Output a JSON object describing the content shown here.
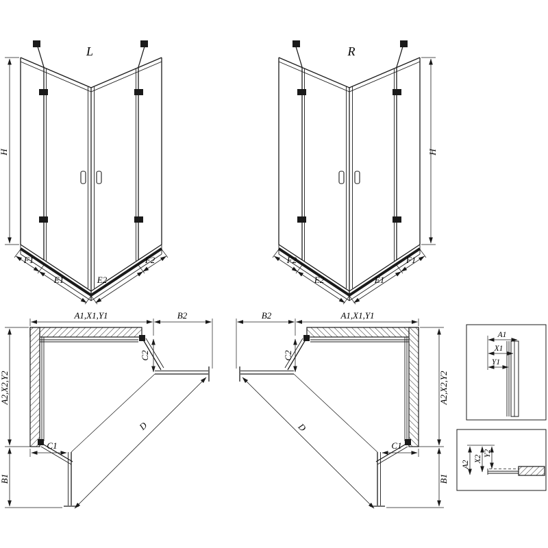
{
  "diagram_title": "corner-shower-enclosure-technical-drawing",
  "front_left_view": {
    "variant_label": "L",
    "height_label": "H",
    "segment_labels": [
      "F1",
      "E1",
      "E2",
      "F2"
    ]
  },
  "front_right_view": {
    "variant_label": "R",
    "height_label": "H",
    "segment_labels": [
      "F2",
      "E2",
      "E1",
      "F1"
    ]
  },
  "plan_left_view": {
    "top_width_label": "A1,X1,Y1",
    "side_panel_label": "B2",
    "upper_right_label": "C2",
    "depth_label": "A2,X2,Y2",
    "bottom_width_label": "C1",
    "side_lower_label": "B1",
    "diagonal_label": "D"
  },
  "plan_right_view": {
    "side_panel_label": "B2",
    "top_width_label": "A1,X1,Y1",
    "upper_left_label": "C2",
    "depth_label": "A2,X2,Y2",
    "bottom_width_label": "C1",
    "side_lower_label": "B1",
    "diagonal_label": "D"
  },
  "detail_top_view": {
    "labels": [
      "A1",
      "X1",
      "Y1"
    ]
  },
  "detail_bottom_view": {
    "labels": [
      "A2",
      "X2",
      "Y2"
    ]
  },
  "colors": {
    "line": "#1a1a1a",
    "background": "#ffffff"
  }
}
